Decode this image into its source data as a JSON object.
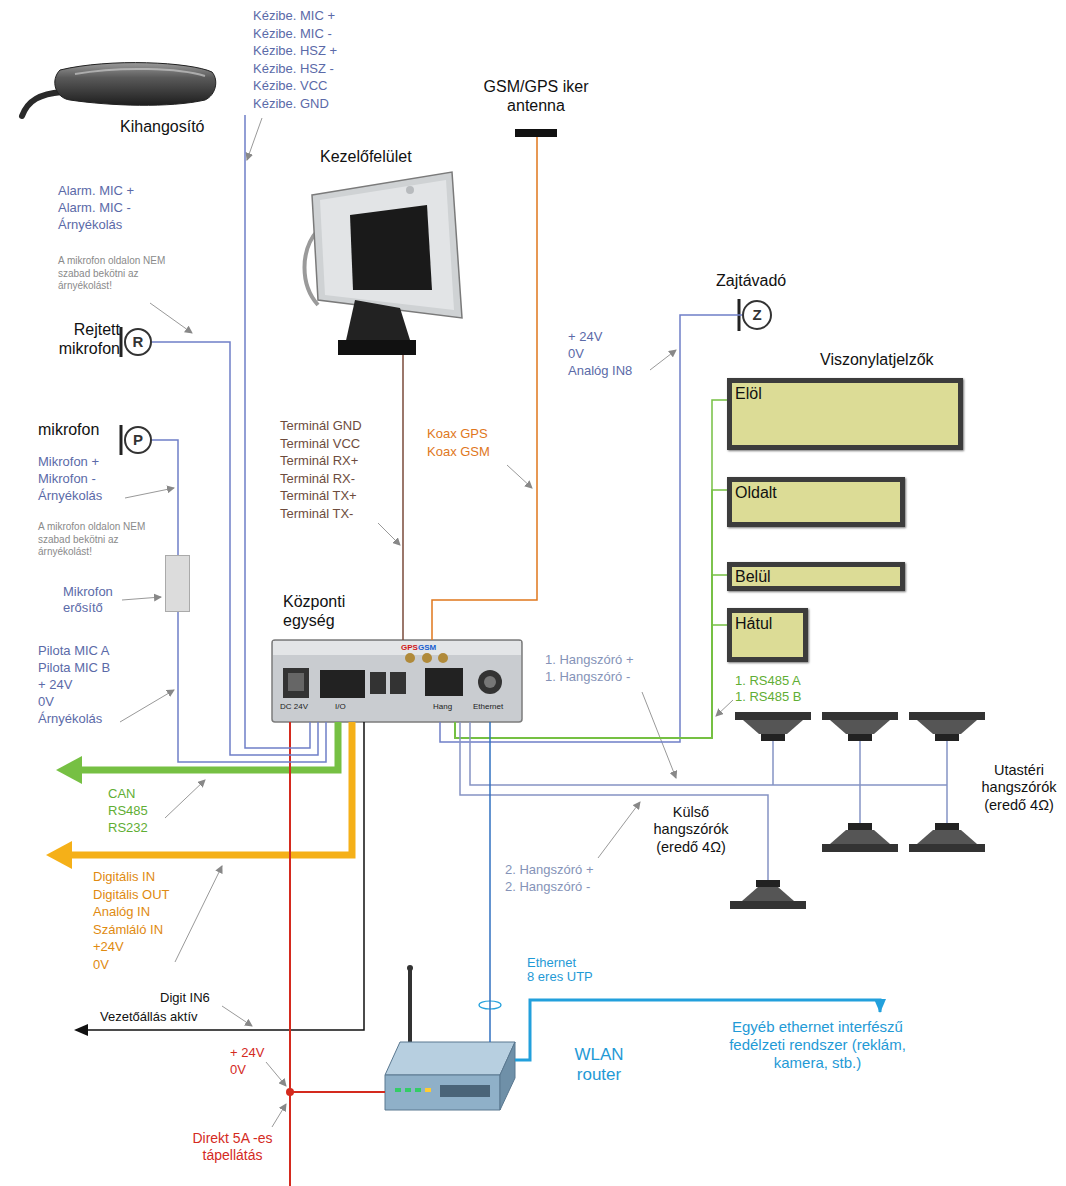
{
  "diagram": {
    "nodes": [
      {
        "text": [
          "Kihangosító"
        ]
      },
      {
        "text": [
          "GSM/GPS iker antenna"
        ]
      },
      {
        "text": [
          "Kezelőfelület"
        ]
      },
      {
        "text": [
          "R",
          "Rejtett mikrofon"
        ]
      },
      {
        "text": [
          "P",
          "mikrofon"
        ]
      },
      {
        "text": [
          "Mikrofon erősítő"
        ]
      },
      {
        "text": [
          "Központi egység"
        ]
      },
      {
        "text": [
          "Z",
          "Zajtávadó"
        ]
      },
      {
        "text": [
          "Elöl"
        ]
      },
      {
        "text": [
          "Oldalt"
        ]
      },
      {
        "text": [
          "Belül"
        ]
      },
      {
        "text": [
          "Hátul"
        ]
      },
      {
        "text": [
          "Utastéri hangszórók (eredő 4Ω)"
        ]
      },
      {
        "text": [
          "Külső hangszórók (eredő 4Ω)"
        ]
      },
      {
        "text": [
          "WLAN router"
        ]
      },
      {
        "text": [
          "Egyéb ethernet interfészű fedélzeti rendszer (reklám, kamera, stb.)"
        ]
      }
    ],
    "edges": [
      {
        "from": 0,
        "to": 6,
        "arrow": "none"
      },
      {
        "from": 1,
        "to": 6,
        "arrow": "none"
      },
      {
        "from": 2,
        "to": 6,
        "arrow": "none"
      },
      {
        "from": 3,
        "to": 6,
        "arrow": "none"
      },
      {
        "from": 4,
        "to": 5,
        "arrow": "none"
      },
      {
        "from": 5,
        "to": 6,
        "arrow": "none"
      },
      {
        "from": 7,
        "to": 6,
        "arrow": "none"
      },
      {
        "from": 6,
        "to": 8,
        "arrow": "none"
      },
      {
        "from": 6,
        "to": 9,
        "arrow": "none"
      },
      {
        "from": 6,
        "to": 10,
        "arrow": "none"
      },
      {
        "from": 6,
        "to": 11,
        "arrow": "none"
      },
      {
        "from": 6,
        "to": 12,
        "arrow": "none"
      },
      {
        "from": 6,
        "to": 13,
        "arrow": "none"
      },
      {
        "from": 6,
        "to": 14,
        "arrow": "none"
      },
      {
        "from": 14,
        "to": 15,
        "arrow": "to"
      }
    ],
    "labels": [
      "Kézibe. MIC +",
      "Kézibe. MIC -",
      "Kézibe. HSZ +",
      "Kézibe. HSZ -",
      "Kézibe. VCC",
      "Kézibe. GND",
      "Alarm. MIC +",
      "Alarm. MIC -",
      "Árnyékolás",
      "A mikrofon oldalon NEM szabad bekötni az árnyékolást!",
      "Mikrofon +",
      "Mikrofon -",
      "Árnyékolás",
      "A mikrofon oldalon NEM szabad bekötni az árnyékolást!",
      "Pilota MIC A",
      "Pilota MIC B",
      "+ 24V",
      "0V",
      "Árnyékolás",
      "Terminál GND",
      "Terminál VCC",
      "Terminál RX+",
      "Terminál RX-",
      "Terminál TX+",
      "Terminál TX-",
      "Koax GPS",
      "Koax GSM",
      "+ 24V",
      "0V",
      "Analóg IN8",
      "Viszonylatjelzők",
      "1. Hangszóró +",
      "1. Hangszóró -",
      "1. RS485 A",
      "1. RS485 B",
      "2. Hangszóró +",
      "2. Hangszóró -",
      "CAN",
      "RS485",
      "RS232",
      "Digitális IN",
      "Digitális OUT",
      "Analóg IN",
      "Számláló IN",
      "+24V",
      "0V",
      "Digit IN6",
      "Vezetőállás aktív",
      "+ 24V",
      "0V",
      "Direkt 5A -es tápellátás",
      "Ethernet",
      "8 eres UTP",
      "GPS",
      "GSM",
      "DC 24V",
      "I/O",
      "Hang",
      "Ethernet"
    ]
  }
}
